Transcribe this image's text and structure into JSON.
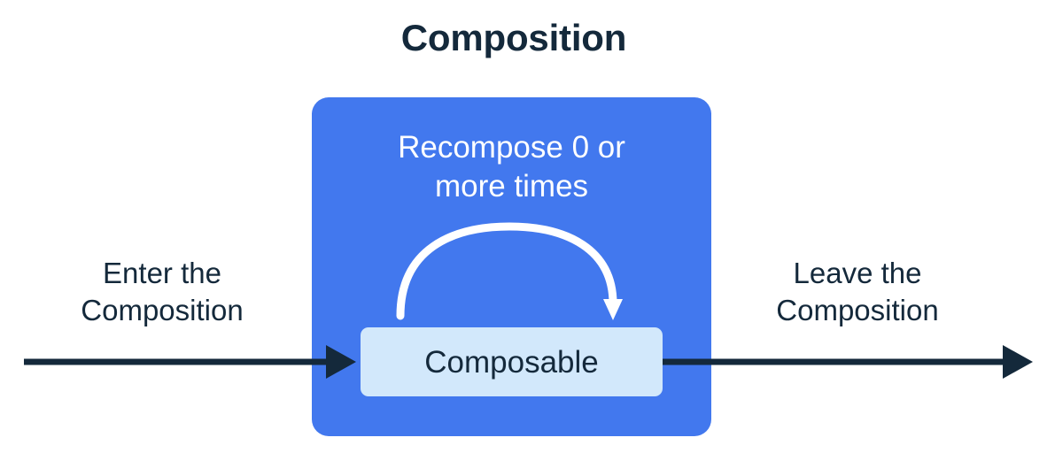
{
  "diagram": {
    "title": "Composition",
    "type": "flow-diagram",
    "background_color": "#ffffff",
    "text_color": "#14293b"
  },
  "composition_box": {
    "fill_color": "#4278ee",
    "caption": "Recompose 0 or\nmore times",
    "caption_color": "#ffffff",
    "recompose_arrow": {
      "icon_name": "curved-loop-arrow",
      "color": "#ffffff",
      "direction": "left-to-right-arc"
    }
  },
  "composable_node": {
    "label": "Composable",
    "fill_color": "#d2e8fb",
    "label_color": "#14293b"
  },
  "flow": {
    "arrow_color": "#14293b",
    "enter": {
      "label": "Enter the\nComposition",
      "icon_name": "arrow-right-icon"
    },
    "leave": {
      "label": "Leave the\nComposition",
      "icon_name": "arrow-right-icon"
    }
  }
}
